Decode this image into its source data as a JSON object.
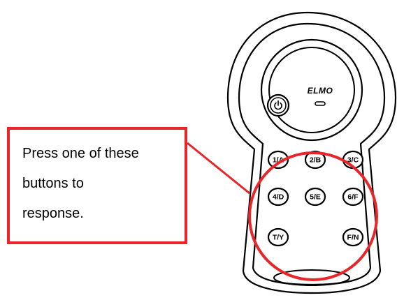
{
  "device": {
    "brand_logo": "ELMO",
    "power_icon": "power-icon",
    "buttons": [
      {
        "id": "1a",
        "label": "1/A"
      },
      {
        "id": "2b",
        "label": "2/B"
      },
      {
        "id": "3c",
        "label": "3/C"
      },
      {
        "id": "4d",
        "label": "4/D"
      },
      {
        "id": "5e",
        "label": "5/E"
      },
      {
        "id": "6f",
        "label": "6/F"
      },
      {
        "id": "ty",
        "label": "T/Y"
      },
      {
        "id": "fn",
        "label": "F/N"
      }
    ]
  },
  "callout": {
    "lines": [
      "Press one of these",
      "buttons to",
      "response."
    ]
  },
  "colors": {
    "highlight": "#e8262a",
    "outline": "#000000",
    "background": "#ffffff"
  }
}
